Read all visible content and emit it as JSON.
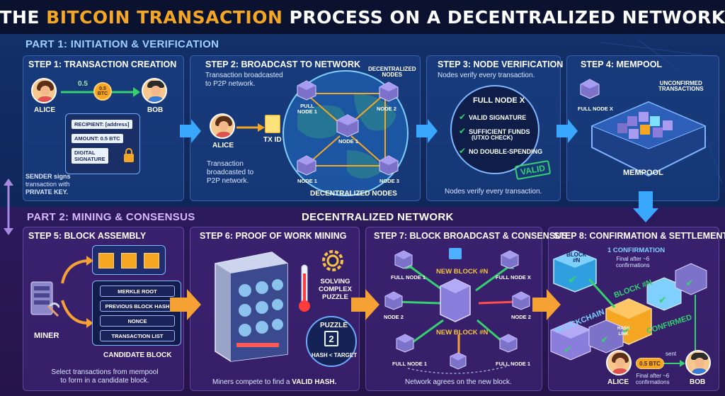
{
  "title": {
    "part_a": "THE ",
    "highlight": "BITCOIN TRANSACTION",
    "part_b": " PROCESS ON A DECENTRALIZED NETWORK"
  },
  "part1": {
    "label": "PART 1: INITIATION & VERIFICATION"
  },
  "part2": {
    "label": "PART 2: MINING & CONSENSUS",
    "center_label": "DECENTRALIZED NETWORK"
  },
  "step1": {
    "title": "STEP 1: TRANSACTION CREATION",
    "alice": "ALICE",
    "bob": "BOB",
    "amount": "0.5",
    "coin": "0.5 BTC",
    "recipient": "RECIPIENT: [address]",
    "amount_row": "AMOUNT: 0.5 BTC",
    "signature_a": "DIGITAL",
    "signature_b": "SIGNATURE",
    "caption_a": "SENDER signs",
    "caption_b": "transaction with",
    "caption_c": "PRIVATE KEY."
  },
  "step2": {
    "title": "STEP 2: BROADCAST TO NETWORK",
    "caption_top_a": "Transaction broadcasted",
    "caption_top_b": "to P2P network.",
    "alice": "ALICE",
    "txid": "TX ID",
    "caption_bottom_a": "Transaction",
    "caption_bottom_b": "broadcasted to",
    "caption_bottom_c": "P2P network.",
    "nodes_label_a": "DECENTRALIZED",
    "nodes_label_b": "NODES",
    "pull_node_a": "PULL",
    "pull_node_b": "NODE 1",
    "node_center": "NODE 1",
    "node2": "NODE 2",
    "node1b": "NODE 1",
    "node3": "NODE 3",
    "bottom_label": "DECENTRALIZED NODES"
  },
  "step3": {
    "title": "STEP 3: NODE VERIFICATION",
    "caption_top": "Nodes verify every transaction.",
    "full_node": "FULL NODE X",
    "check1": "VALID SIGNATURE",
    "check2": "SUFFICIENT FUNDS",
    "check2b": "(UTXO CHECK)",
    "check3": "NO DOUBLE-SPENDING",
    "stamp": "VALID",
    "caption_bottom": "Nodes verify every transaction."
  },
  "step4": {
    "title": "STEP 4: MEMPOOL",
    "full_node": "FULL NODE X",
    "unconfirmed_a": "UNCONFIRMED",
    "unconfirmed_b": "TRANSACTIONS",
    "mempool": "MEMPOOL"
  },
  "step5": {
    "title": "STEP 5: BLOCK ASSEMBLY",
    "miner": "MINER",
    "items": [
      "MERKLE ROOT",
      "PREVIOUS BLOCK HASH",
      "NONCE",
      "TRANSACTION LIST"
    ],
    "candidate": "CANDIDATE BLOCK",
    "caption_a": "Select transactions from mempool",
    "caption_b": "to form in a candidate block."
  },
  "step6": {
    "title": "STEP 6: PROOF OF WORK MINING",
    "solving_a": "SOLVING",
    "solving_b": "COMPLEX",
    "solving_c": "PUZZLE",
    "puzzle": "PUZZLE",
    "puzzle_num": "2",
    "hash_target": "HASH < TARGET",
    "caption_a": "Miners compete to find a ",
    "caption_b": "VALID HASH."
  },
  "step7": {
    "title": "STEP 7: BLOCK BROADCAST & CONSENSUS",
    "new_block_top": "NEW BLOCK #N",
    "new_block_bottom": "NEW BLOCK #N",
    "full_node1": "FULL NODE 1",
    "full_nodex": "FULL NODE X",
    "node2_left": "NODE 2",
    "node2_right": "NODE 2",
    "full_node1_bl": "FULL NODE 1",
    "full_node1_br": "FULL NODE 1",
    "caption": "Network agrees on the new block."
  },
  "step8": {
    "title": "STEP 8: CONFIRMATION & SETTLEMENT",
    "confirmation": "1 CONFIRMATION",
    "final_top_a": "Final after ~6",
    "final_top_b": "confirmations",
    "block_label": "BLOCK #N",
    "block_tag_a": "BLOCK",
    "block_tag_b": "#N",
    "blockchain": "BLOCKCHAIN",
    "confirmed": "CONFIRMED",
    "hash_link_a": "HASH",
    "hash_link_b": "LINK",
    "alice": "ALICE",
    "bob": "BOB",
    "coin": "0.5 BTC",
    "sent": "sent",
    "final_bottom_a": "Final after ~6",
    "final_bottom_b": "confirmations"
  },
  "colors": {
    "accent": "#f5a623",
    "valid": "#36d06f",
    "arrow": "#3aa7ff",
    "big_arrow": "#f6a134"
  }
}
